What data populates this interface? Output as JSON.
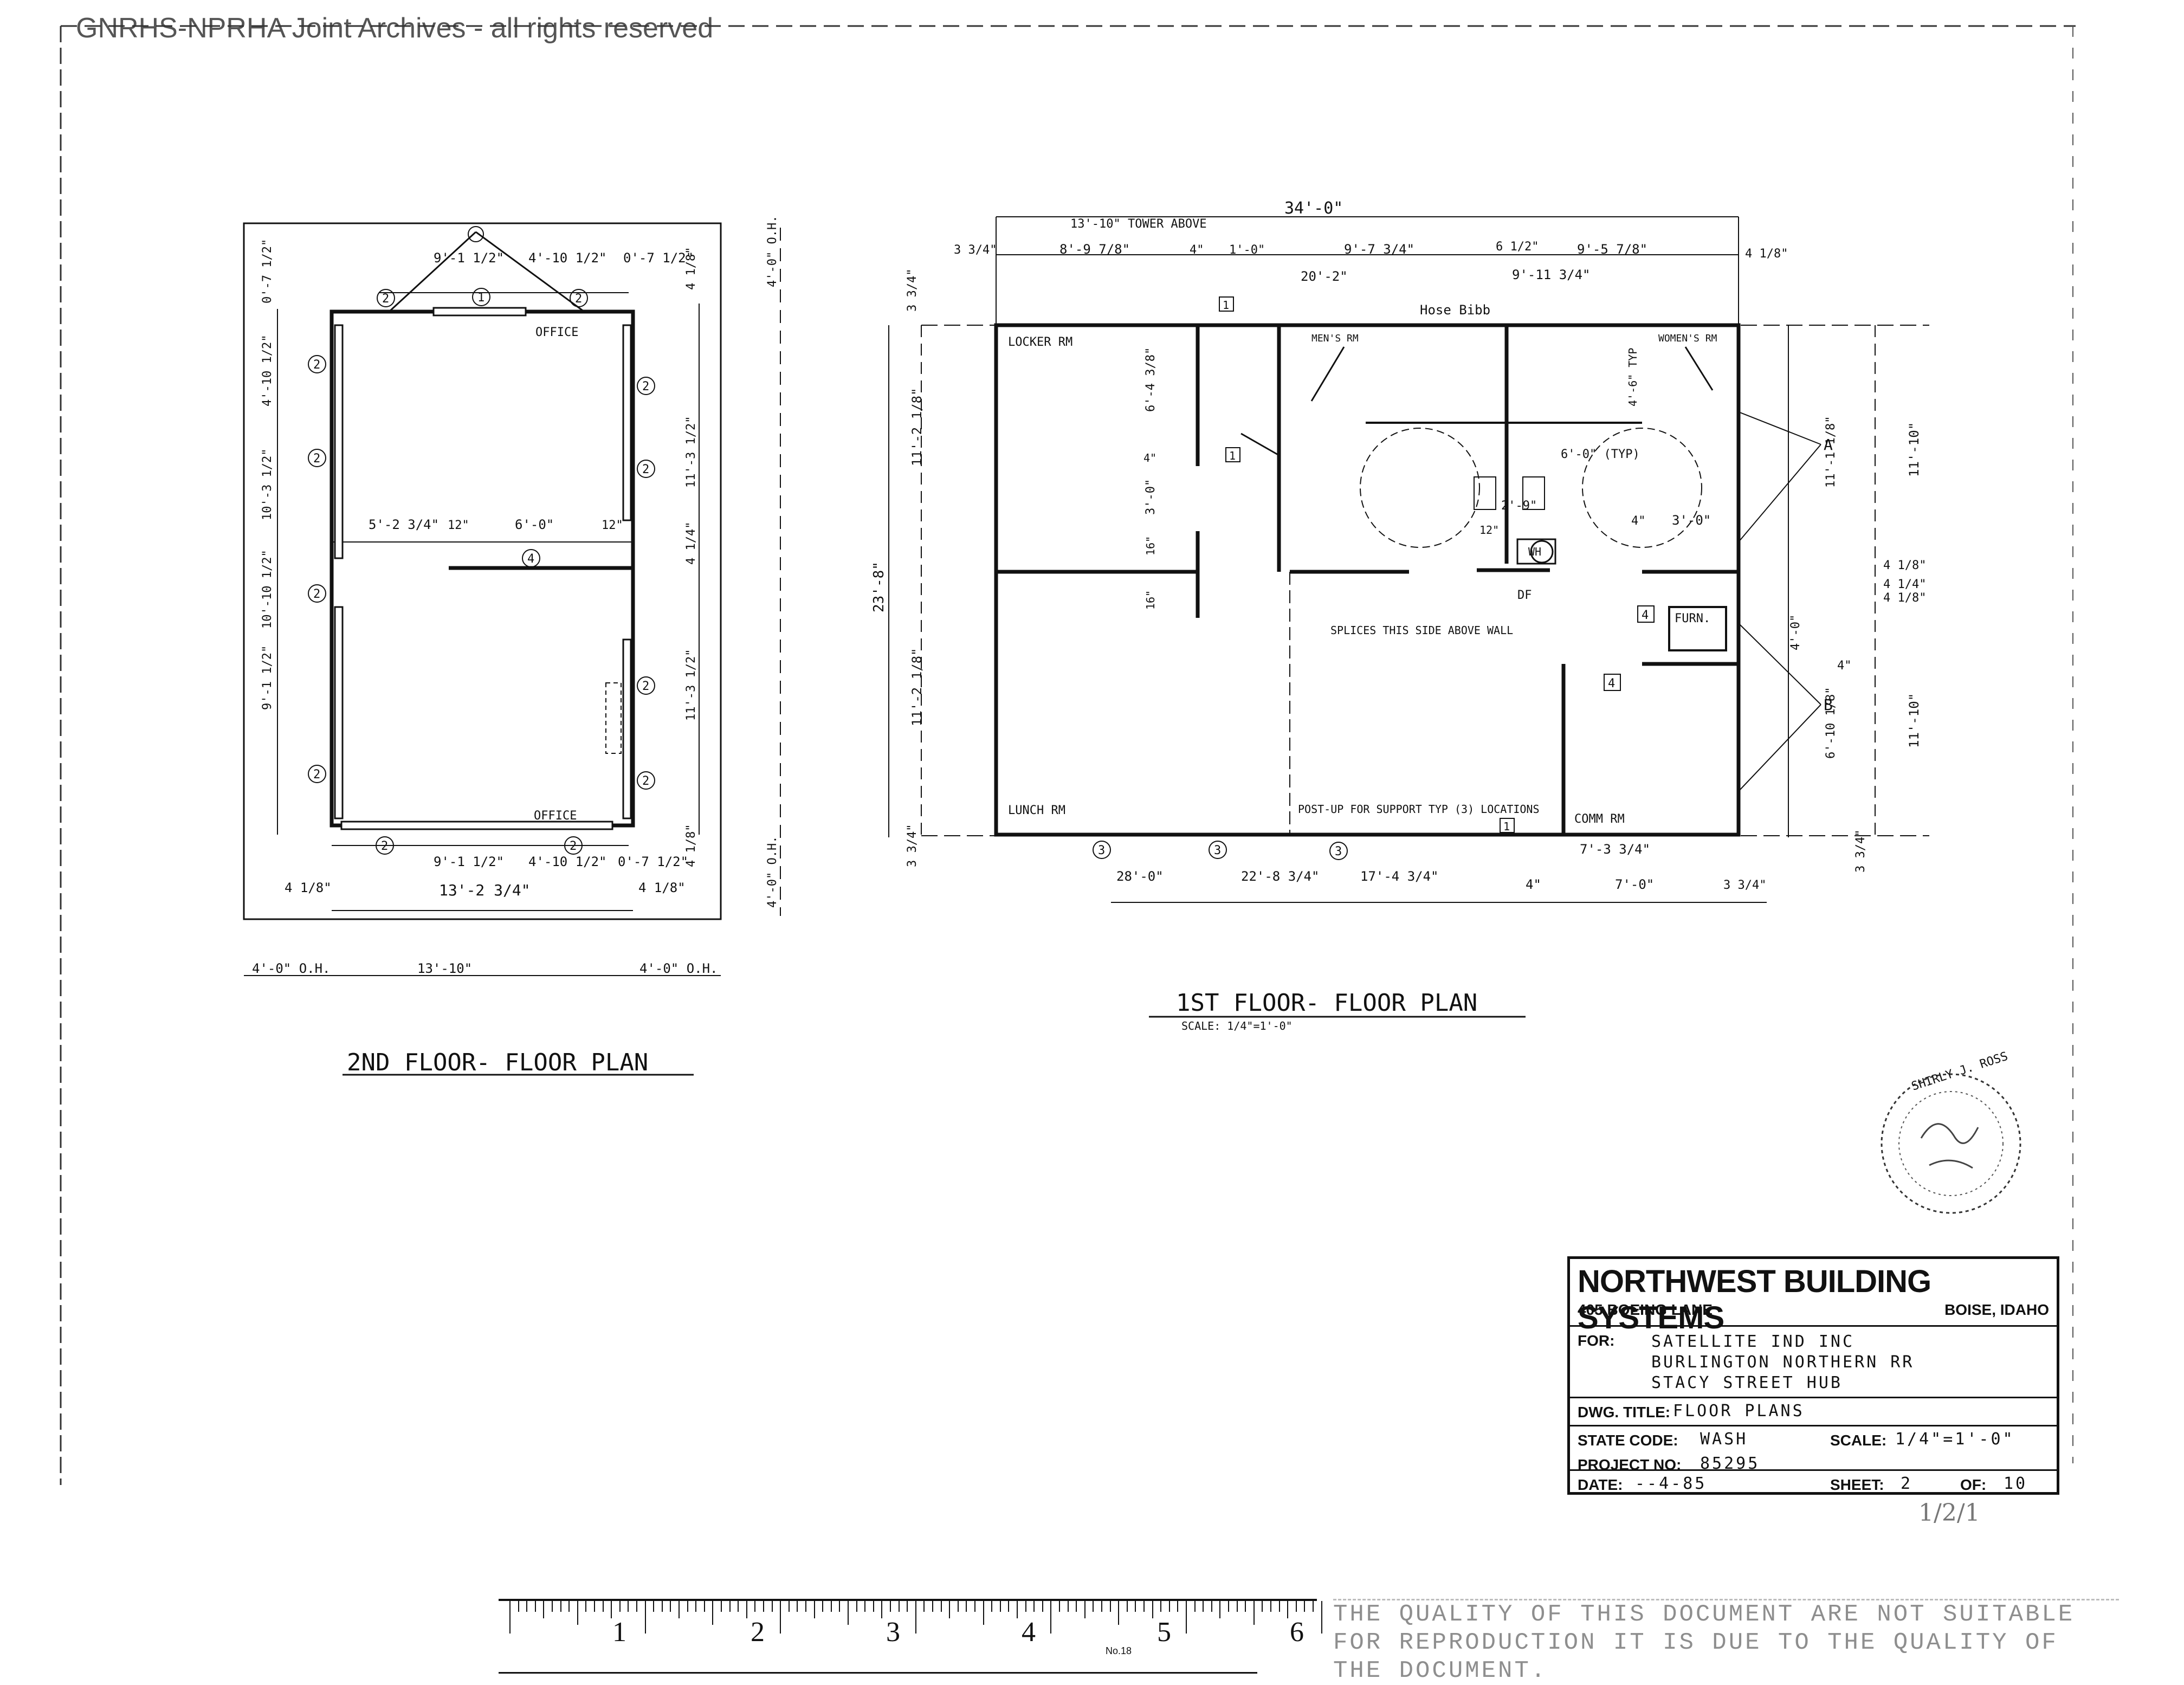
{
  "watermark": "GNRHS-NPRHA Joint Archives - all rights reserved",
  "plans": {
    "second_floor_title": "2ND FLOOR- FLOOR PLAN",
    "first_floor_title": "1ST FLOOR- FLOOR PLAN",
    "first_floor_scale": "SCALE: 1/4\"=1'-0\""
  },
  "second_floor": {
    "office_top": "OFFICE",
    "office_bottom": "OFFICE",
    "dims_top": [
      "9'-1 1/2\"",
      "4'-10 1/2\"",
      "0'-7 1/2\""
    ],
    "dims_bottom": [
      "9'-1 1/2\"",
      "4'-10 1/2\"",
      "0'-7 1/2\""
    ],
    "dim_total_bottom": "13'-2 3/4\"",
    "dim_inner": [
      "5'-2 3/4\"",
      "12\"",
      "6'-0\"",
      "12\""
    ],
    "dims_left": [
      "0'-7 1/2\"",
      "4'-10 1/2\"",
      "10'-3 1/2\"",
      "10'-10 1/2\"",
      "9'-1 1/2\""
    ],
    "dims_right": [
      "4 1/8\"",
      "11'-3 1/2\"",
      "4 1/4\"",
      "11'-3 1/2\"",
      "4 1/8\""
    ],
    "dim_left_bottom": "4 1/8\"",
    "dim_right_bottom": "4 1/8\"",
    "overhang_top": "4'-0\" O.H.",
    "overhang_bottom": "4'-0\" O.H.",
    "dims_base": [
      "4'-0\" O.H.",
      "13'-10\"",
      "4'-0\" O.H."
    ]
  },
  "first_floor": {
    "overall_width": "34'-0\"",
    "tower_above": "13'-10\" TOWER ABOVE",
    "top_dims": [
      "3 3/4\"",
      "8'-9 7/8\"",
      "4\"",
      "1'-0\"",
      "20'-2\"",
      "9'-7 3/4\"",
      "6 1/2\"",
      "9'-5 7/8\"",
      "4 1/8\"",
      "9'-11 3/4\""
    ],
    "hose_bibb": "Hose Bibb",
    "rooms": [
      "LOCKER RM",
      "MEN'S RM",
      "WOMEN'S RM",
      "LUNCH RM",
      "COMM RM"
    ],
    "furn": "FURN.",
    "wh": "WH",
    "df": "DF",
    "typ": "6'-0\" (TYP)",
    "typ2": "4'-6\" TYP",
    "splice_note": "SPLICES THIS SIDE ABOVE WALL",
    "post_note": "POST-UP FOR SUPPORT TYP (3) LOCATIONS",
    "left_dims": [
      "3 3/4\"",
      "11'-2 1/8\"",
      "23'-8\"",
      "11'-2 1/8\"",
      "3 3/4\""
    ],
    "inner_dims": [
      "6'-4 3/8\"",
      "4\"",
      "3'-0\"",
      "16\"",
      "16\"",
      "2'-9\"",
      "12\"",
      "4\"",
      "3'-0\"",
      "4'-0\""
    ],
    "right_dims": [
      "4 1/8\"",
      "11'-10\"",
      "4 1/4\"",
      "4 1/8\"",
      "4\"",
      "11'-10\"",
      "11'-1 1/8\"",
      "6'-10 1/8\"",
      "3 3/4\""
    ],
    "bottom_dims": [
      "28'-0\"",
      "22'-8 3/4\"",
      "17'-4 3/4\"",
      "7'-3 3/4\"",
      "4\"",
      "7'-0\"",
      "3 3/4\""
    ],
    "markers": [
      "A",
      "B"
    ]
  },
  "title_block": {
    "company": "NORTHWEST BUILDING SYSTEMS",
    "address": "405 BOEING LANE",
    "city": "BOISE, IDAHO",
    "for_label": "FOR:",
    "for_lines": [
      "SATELLITE IND INC",
      "BURLINGTON NORTHERN RR",
      "STACY STREET HUB"
    ],
    "dwg_title_label": "DWG. TITLE:",
    "dwg_title": "FLOOR PLANS",
    "state_code_label": "STATE CODE:",
    "state_code": "WASH",
    "scale_label": "SCALE:",
    "scale": "1/4\"=1'-0\"",
    "project_no_label": "PROJECT NO:",
    "project_no": "85295",
    "date_label": "DATE:",
    "date": "--4-85",
    "sheet_label": "SHEET:",
    "sheet": "2",
    "of_label": "OF:",
    "of": "10"
  },
  "seal": {
    "name": "SHIRLY J. ROSS"
  },
  "ruler": {
    "numbers": [
      "1",
      "2",
      "3",
      "4",
      "5",
      "6"
    ],
    "no_label": "No.18"
  },
  "quality_note": "THE QUALITY OF THIS DOCUMENT ARE NOT SUITABLE FOR REPRODUCTION IT IS DUE TO THE QUALITY OF THE DOCUMENT.",
  "scribble": "1/2/1"
}
